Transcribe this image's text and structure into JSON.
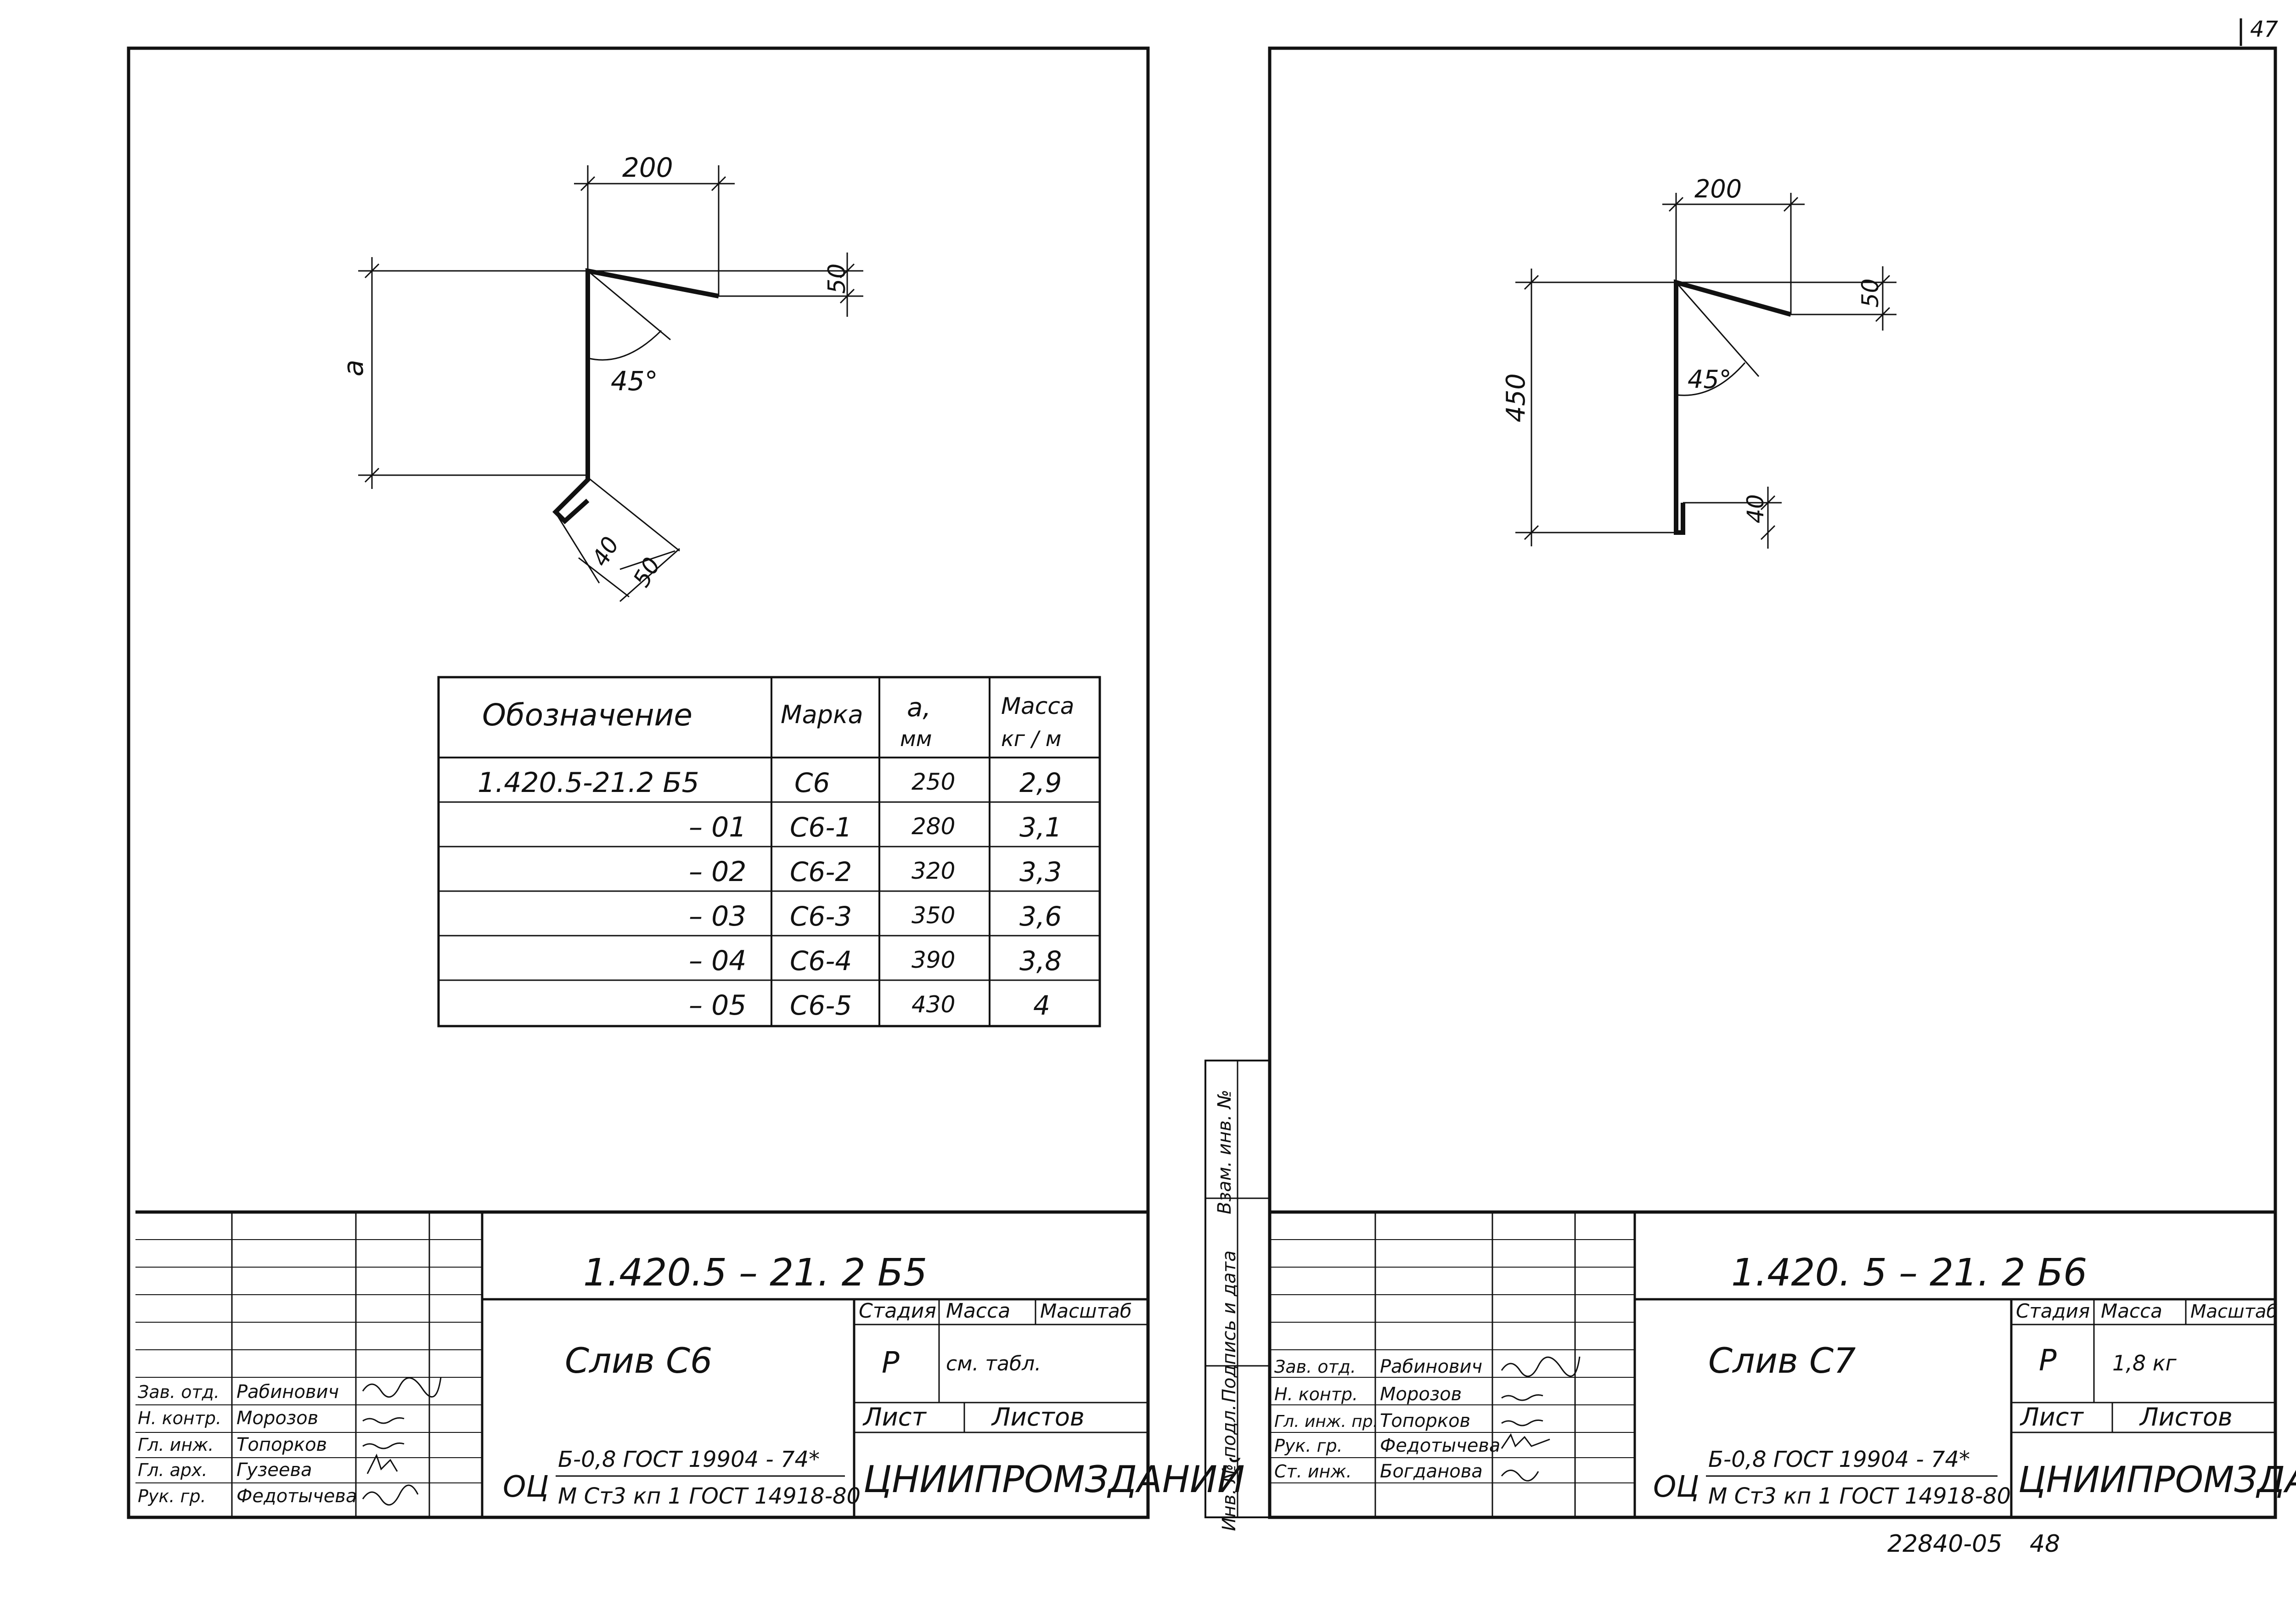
{
  "page_number": "47",
  "footer": {
    "doc_code": "22840-05",
    "sheet_number": "48"
  },
  "left_sheet": {
    "drawing": {
      "dim_top": "200",
      "dim_right": "50",
      "dim_height": "a",
      "angle": "45°",
      "dim_hook_a": "40",
      "dim_hook_b": "50"
    },
    "table": {
      "headers": {
        "designation": "Обозначение",
        "mark": "Марка",
        "a": "a,",
        "a_unit": "мм",
        "mass": "Масса",
        "mass_unit": "кг / м"
      },
      "rows": [
        {
          "designation": "1.420.5-21.2  Б5",
          "mark": "С6",
          "a": "250",
          "mass": "2,9"
        },
        {
          "designation": "– 01",
          "mark": "С6-1",
          "a": "280",
          "mass": "3,1"
        },
        {
          "designation": "– 02",
          "mark": "С6-2",
          "a": "320",
          "mass": "3,3"
        },
        {
          "designation": "– 03",
          "mark": "С6-3",
          "a": "350",
          "mass": "3,6"
        },
        {
          "designation": "– 04",
          "mark": "С6-4",
          "a": "390",
          "mass": "3,8"
        },
        {
          "designation": "– 05",
          "mark": "С6-5",
          "a": "430",
          "mass": "4"
        }
      ]
    },
    "title_block": {
      "code": "1.420.5  –  21. 2  Б5",
      "name": "Слив  С6",
      "stage_label": "Стадия",
      "mass_label": "Масса",
      "scale_label": "Масштаб",
      "stage": "Р",
      "mass_value": "см. табл.",
      "sheet_label": "Лист",
      "sheets_label": "Листов",
      "material_prefix": "ОЦ",
      "material_top": "Б-0,8 ГОСТ 19904 - 74*",
      "material_bottom": "М Ст3 кп 1 ГОСТ 14918-80",
      "org": "ЦНИИПРОМЗДАНИЙ",
      "staff": [
        {
          "role": "Зав. отд.",
          "name": "Рабинович"
        },
        {
          "role": "Н. контр.",
          "name": "Морозов"
        },
        {
          "role": "Гл. инж.",
          "name": "Топорков"
        },
        {
          "role": "Гл. арх.",
          "name": "Гузеева"
        },
        {
          "role": "Рук. гр.",
          "name": "Федотычева"
        }
      ]
    }
  },
  "right_sheet": {
    "drawing": {
      "dim_top": "200",
      "dim_right": "50",
      "dim_height": "450",
      "angle": "45°",
      "dim_hook": "40"
    },
    "side_stamp": {
      "inv": "Инв. № подл.",
      "sign": "Подпись и дата",
      "replace": "Взам. инв. №"
    },
    "title_block": {
      "code": "1.420. 5  –  21. 2  Б6",
      "name": "Слив  С7",
      "stage_label": "Стадия",
      "mass_label": "Масса",
      "scale_label": "Масштаб",
      "stage": "Р",
      "mass_value": "1,8 кг",
      "sheet_label": "Лист",
      "sheets_label": "Листов",
      "material_prefix": "ОЦ",
      "material_top": "Б-0,8 ГОСТ 19904 - 74*",
      "material_bottom": "М Ст3 кп 1 ГОСТ 14918-80",
      "org": "ЦНИИПРОМЗДАНИЙ",
      "staff": [
        {
          "role": "Зав. отд.",
          "name": "Рабинович"
        },
        {
          "role": "Н. контр.",
          "name": "Морозов"
        },
        {
          "role": "Гл. инж. пр.",
          "name": "Топорков"
        },
        {
          "role": "Рук. гр.",
          "name": "Федотычева"
        },
        {
          "role": "Ст. инж.",
          "name": "Богданова"
        }
      ]
    }
  }
}
